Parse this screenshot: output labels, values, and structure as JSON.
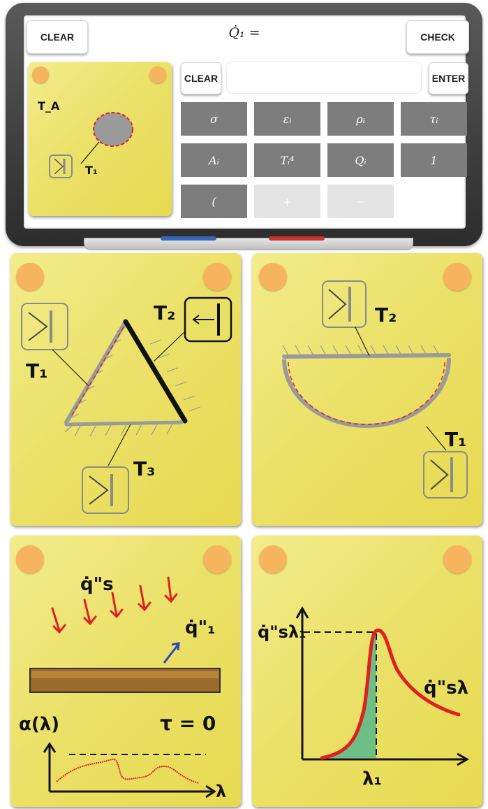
{
  "toolbar": {
    "clear_label": "CLEAR",
    "check_label": "CHECK",
    "equation": "Q̇₁ ="
  },
  "calculator": {
    "clear_label": "CLEAR",
    "enter_label": "ENTER",
    "input_value": "",
    "keys": [
      "σ",
      "εᵢ",
      "ρᵢ",
      "τᵢ",
      "Aᵢ",
      "Tᵢ⁴",
      "Qᵢ",
      "1",
      "(",
      "+",
      "−"
    ]
  },
  "cards": {
    "preview": {
      "ambient_label": "T_A",
      "surface_label": "T₁"
    },
    "triangle": {
      "labels": [
        "T₂",
        "T₁",
        "T₃"
      ]
    },
    "semicircle": {
      "labels": [
        "T₂",
        "T₁"
      ]
    },
    "absorber": {
      "flux_in": "q̇\"s",
      "flux_surface": "q̇\"₁",
      "absorptivity": "α(λ)",
      "transmissivity": "τ = 0",
      "axis_label": "λ"
    },
    "spectrum": {
      "y_label": "q̇\"sλ₁",
      "curve_label": "q̇\"sλ",
      "x_label": "λ₁"
    }
  },
  "colors": {
    "accent_red": "#e02020",
    "key_gray": "#7d7d7d",
    "note_yellow": "#efe57a",
    "pin_orange": "#f6b45e",
    "fill_green": "#6dbf86"
  }
}
